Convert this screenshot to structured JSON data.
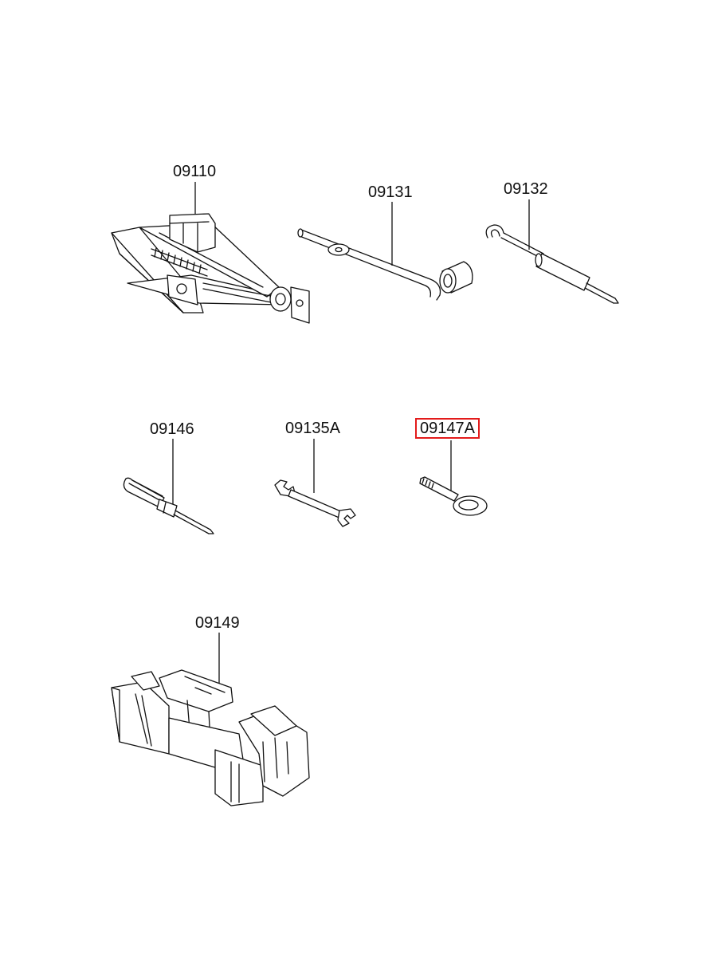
{
  "diagram": {
    "highlight_color": "#e31b1b",
    "parts": [
      {
        "id": "jack",
        "label": "09110",
        "icon": "scissor-jack-icon",
        "highlighted": false
      },
      {
        "id": "jack-handle",
        "label": "09131",
        "icon": "jack-handle-icon",
        "highlighted": false
      },
      {
        "id": "hook-rod",
        "label": "09132",
        "icon": "hook-rod-icon",
        "highlighted": false
      },
      {
        "id": "screwdriver",
        "label": "09146",
        "icon": "screwdriver-icon",
        "highlighted": false
      },
      {
        "id": "wrench",
        "label": "09135A",
        "icon": "wrench-icon",
        "highlighted": false
      },
      {
        "id": "towing-hook",
        "label": "09147A",
        "icon": "towing-hook-icon",
        "highlighted": true
      },
      {
        "id": "tool-tray",
        "label": "09149",
        "icon": "tool-tray-icon",
        "highlighted": false
      }
    ]
  }
}
